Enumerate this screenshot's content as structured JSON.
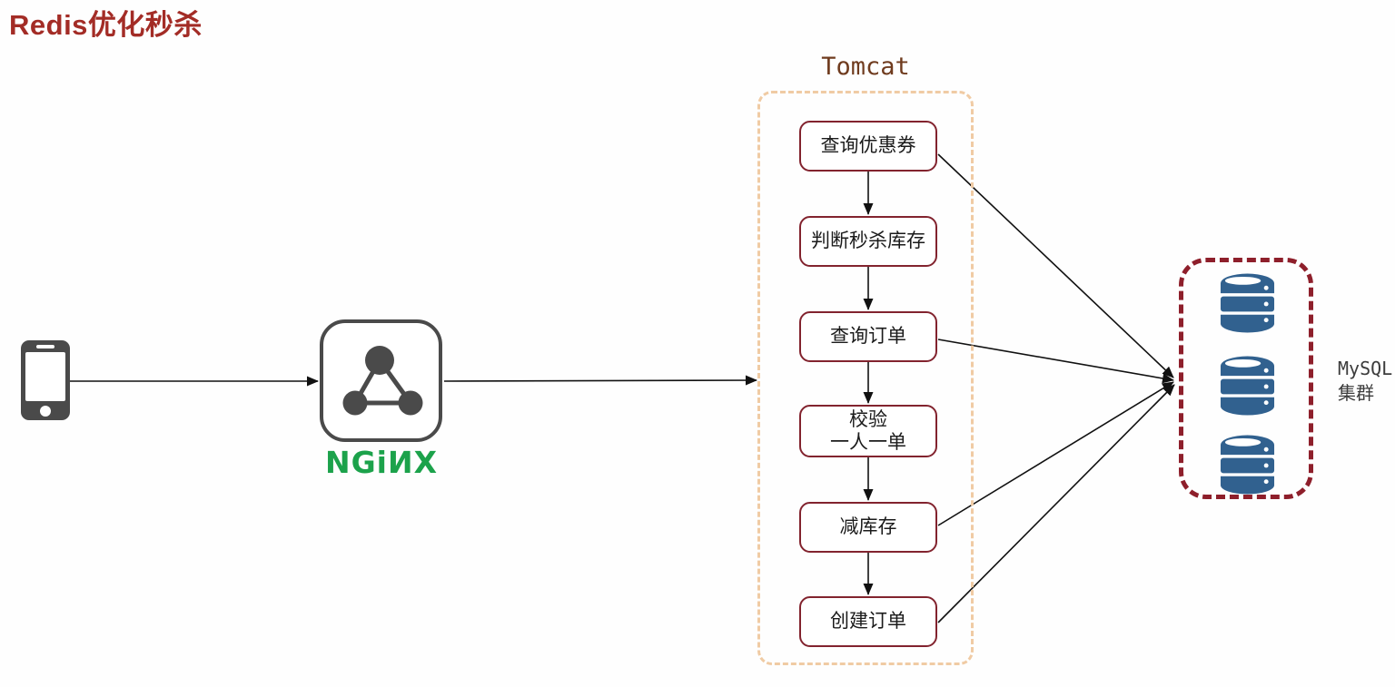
{
  "title": "Redis优化秒杀",
  "icons": {
    "client": "smartphone-icon",
    "nginx": "nginx-node-triangle-icon",
    "database": "database-cylinder-icon"
  },
  "nginx": {
    "wordmark": "NGiИX",
    "brand_color": "#1ca24b"
  },
  "tomcat": {
    "label": "Tomcat",
    "steps": [
      {
        "label": "查询优惠券"
      },
      {
        "label": "判断秒杀库存"
      },
      {
        "label": "查询订单"
      },
      {
        "label": "校验\n一人一单"
      },
      {
        "label": "减库存"
      },
      {
        "label": "创建订单"
      }
    ]
  },
  "mysql": {
    "label_line1": "MySQL",
    "label_line2": "集群",
    "database_count": 3
  },
  "colors": {
    "title": "#a32c26",
    "step_border": "#82232e",
    "tomcat_border": "#f0cba4",
    "tomcat_label": "#6f3b1e",
    "mysql_border": "#8e1f2b",
    "database_blue": "#31618f",
    "icon_gray": "#4a4a4a",
    "arrow": "#111111"
  }
}
